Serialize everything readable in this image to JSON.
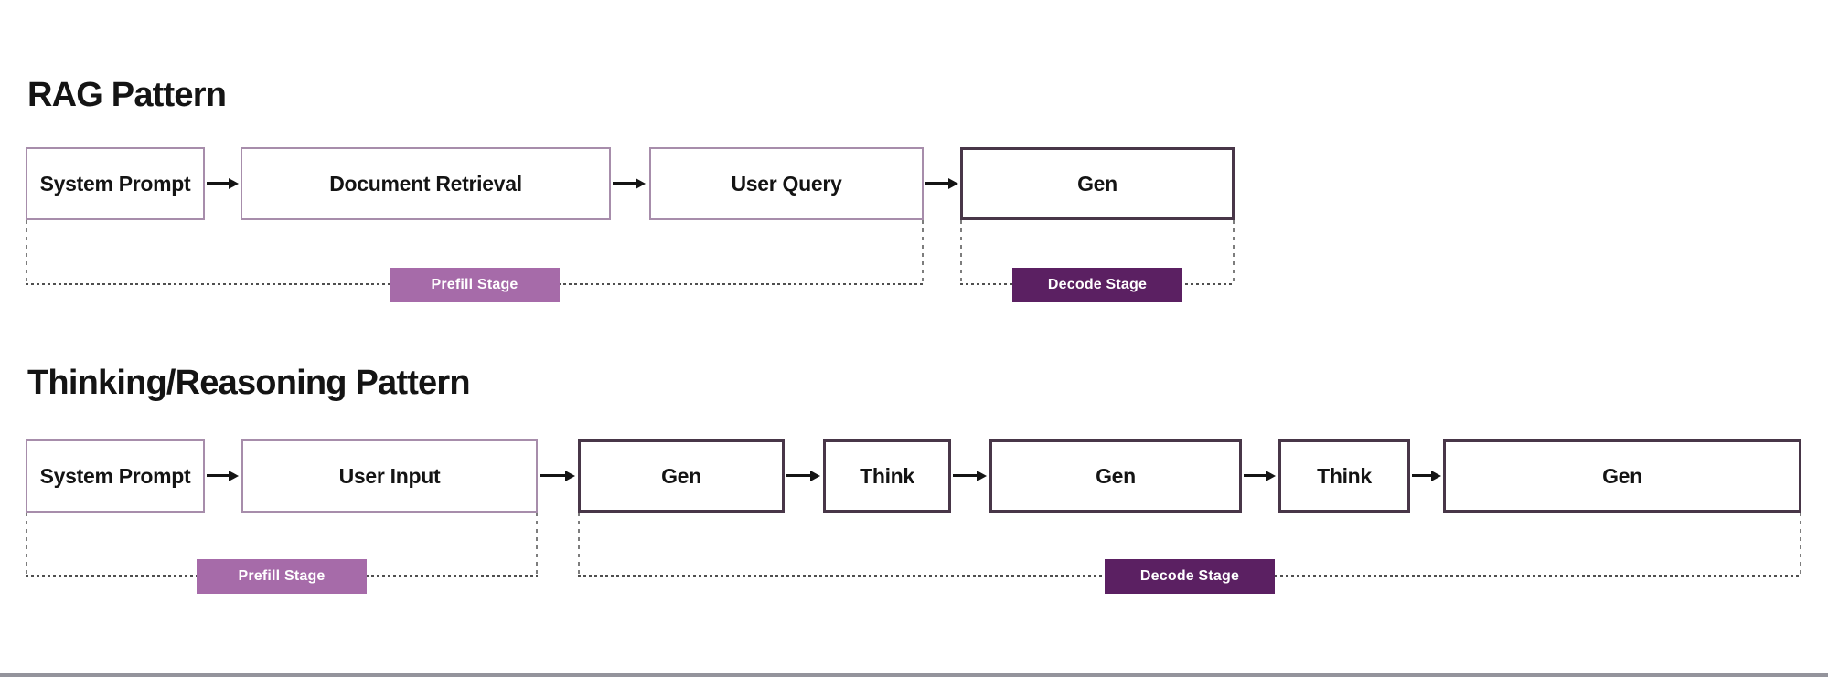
{
  "colors": {
    "background": "#ffffff",
    "light_node_border": "#a78dab",
    "dark_node_border": "#483648",
    "prefill_badge_bg": "#a66ba9",
    "decode_badge_bg": "#5b2062",
    "badge_text": "#ffffff",
    "arrow": "#141414",
    "title_text": "#141414",
    "bottom_bar": "#94949c"
  },
  "diagrams": [
    {
      "title": "RAG Pattern",
      "nodes": [
        {
          "label": "System Prompt",
          "variant": "light"
        },
        {
          "label": "Document Retrieval",
          "variant": "light"
        },
        {
          "label": "User Query",
          "variant": "light"
        },
        {
          "label": "Gen",
          "variant": "dark"
        }
      ],
      "stages": [
        {
          "label": "Prefill Stage",
          "variant": "prefill"
        },
        {
          "label": "Decode Stage",
          "variant": "decode"
        }
      ]
    },
    {
      "title": "Thinking/Reasoning Pattern",
      "nodes": [
        {
          "label": "System Prompt",
          "variant": "light"
        },
        {
          "label": "User Input",
          "variant": "light"
        },
        {
          "label": "Gen",
          "variant": "dark"
        },
        {
          "label": "Think",
          "variant": "dark"
        },
        {
          "label": "Gen",
          "variant": "dark"
        },
        {
          "label": "Think",
          "variant": "dark"
        },
        {
          "label": "Gen",
          "variant": "dark"
        }
      ],
      "stages": [
        {
          "label": "Prefill Stage",
          "variant": "prefill"
        },
        {
          "label": "Decode Stage",
          "variant": "decode"
        }
      ]
    }
  ]
}
